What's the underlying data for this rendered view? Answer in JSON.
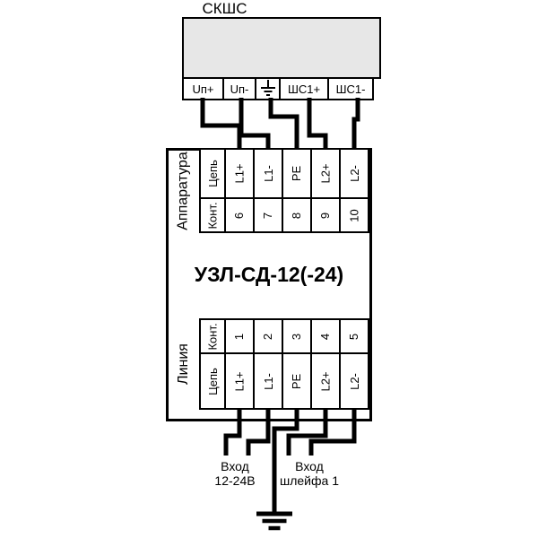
{
  "skshs": {
    "label": "СКШС",
    "terminals": {
      "t1": "Uп+",
      "t2": "Uп-",
      "t3_icon": "ground",
      "t4": "ШС1+",
      "t5": "ШС1-"
    }
  },
  "uzl": {
    "name": "УЗЛ-СД-12(-24)",
    "apparatus": {
      "side_label": "Аппаратура",
      "circuit_header": "Цепь",
      "contact_header": "Конт.",
      "circuits": [
        "L1+",
        "L1-",
        "PE",
        "L2+",
        "L2-"
      ],
      "contacts": [
        "6",
        "7",
        "8",
        "9",
        "10"
      ]
    },
    "line": {
      "side_label": "Линия",
      "contact_header": "Конт.",
      "circuit_header": "Цепь",
      "contacts": [
        "1",
        "2",
        "3",
        "4",
        "5"
      ],
      "circuits": [
        "L1+",
        "L1-",
        "PE",
        "L2+",
        "L2-"
      ]
    }
  },
  "annotations": {
    "power_input_line1": "Вход",
    "power_input_line2": "12-24В",
    "loop_input_line1": "Вход",
    "loop_input_line2": "шлейфа 1"
  },
  "colors": {
    "line": "#000000",
    "box_fill": "#e7e7e7"
  }
}
